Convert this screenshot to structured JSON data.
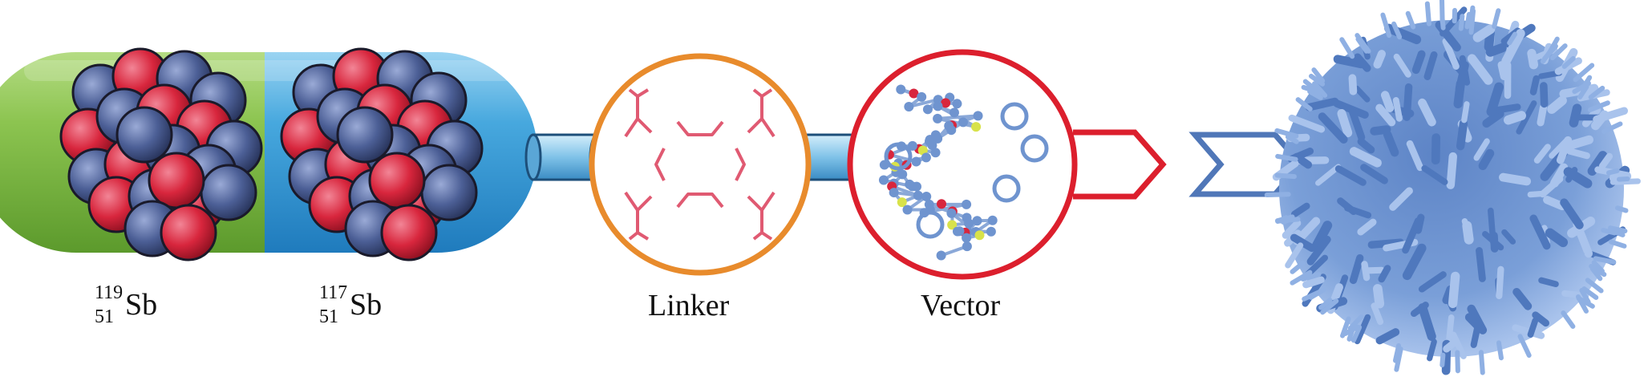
{
  "isotopes": [
    {
      "mass": "119",
      "atomic": "51",
      "symbol": "Sb"
    },
    {
      "mass": "117",
      "atomic": "51",
      "symbol": "Sb"
    }
  ],
  "labels": {
    "linker": "Linker",
    "vector": "Vector"
  },
  "colors": {
    "capsule_green": "#8cc450",
    "capsule_blue": "#47a8de",
    "proton": "#d8263d",
    "neutron": "#4c5f96",
    "linker_ring": "#e88b2c",
    "vector_ring": "#dc1f2d",
    "molecule_lines": "#e05a72",
    "chevron": "#5077b8",
    "cell": "#7a9fd8"
  },
  "icons": [
    "nucleus-icon",
    "connector-tube-icon",
    "linker-molecule-icon",
    "vector-molecule-icon",
    "arrow-tag-icon",
    "chevron-receptor-icon",
    "tumor-cell-icon"
  ]
}
